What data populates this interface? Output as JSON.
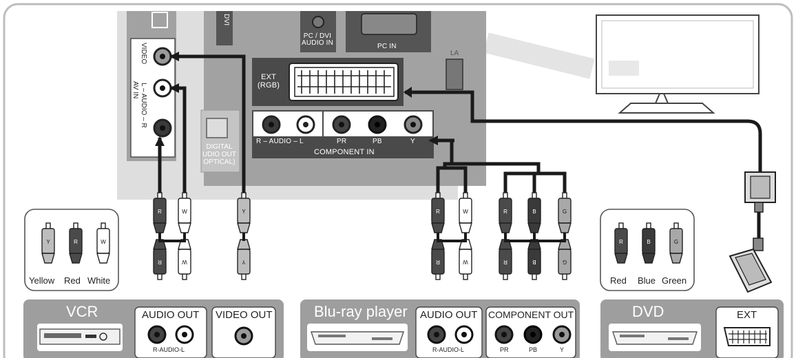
{
  "tv_panel": {
    "dvi_label": "DVI",
    "pc_dvi_audio_label": "PC / DVI\nAUDIO IN",
    "pc_in_label": "PC IN",
    "lan_label": "LA",
    "ext_rgb_label": "EXT\n(RGB)",
    "digital_audio_label": "DIGITAL\nUDIO OUT\nOPTICAL)",
    "av_in_video": "VIDEO",
    "av_in_audio": "L – AUDIO – R",
    "av_in_title": "AV IN",
    "component_audio": "R – AUDIO – L",
    "pr_label": "PR",
    "pb_label": "PB",
    "y_label": "Y",
    "component_in_title": "COMPONENT IN"
  },
  "plug_letters": {
    "r": "R",
    "w": "W",
    "y": "Y",
    "b": "B",
    "g": "G"
  },
  "legend_left": {
    "plugs": [
      "Y",
      "R",
      "W"
    ],
    "names": [
      "Yellow",
      "Red",
      "White"
    ]
  },
  "legend_right": {
    "plugs": [
      "R",
      "B",
      "G"
    ],
    "names": [
      "Red",
      "Blue",
      "Green"
    ]
  },
  "devices": {
    "vcr": {
      "title": "VCR",
      "audio_out": "AUDIO OUT",
      "audio_sub": "R-AUDIO-L",
      "video_out": "VIDEO OUT"
    },
    "bluray": {
      "title": "Blu-ray player",
      "audio_out": "AUDIO OUT",
      "audio_sub": "R-AUDIO-L",
      "component_out": "COMPONENT OUT",
      "pr": "PR",
      "pb": "PB",
      "y": "Y"
    },
    "dvd": {
      "title": "DVD",
      "ext": "EXT"
    }
  },
  "colors": {
    "panel_bg": "#dedede",
    "jack_panel": "#a0a0a0",
    "dark_panel": "#4a4a4a",
    "cable": "#1a1a1a",
    "device_bar": "#9e9e9e"
  }
}
